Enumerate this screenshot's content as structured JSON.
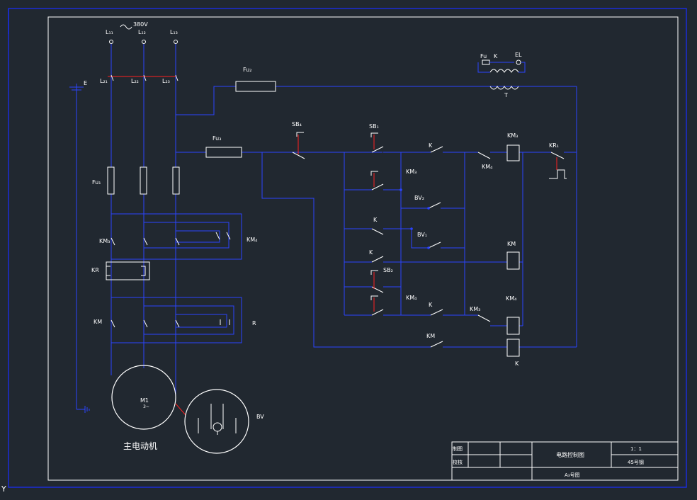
{
  "colors": {
    "background": "#212830",
    "wire": "#2a44ff",
    "border": "#ffffff",
    "accent": "#ff2020",
    "frame": "#1a2cd8"
  },
  "power": {
    "voltage": "380V",
    "l1": "L₁₁",
    "l2": "L₁₂",
    "l3": "L₁₃",
    "s1": "L₂₁",
    "s2": "L₂₂",
    "s3": "L₂₃"
  },
  "earth": "E",
  "fuses": {
    "main": "Fu₁",
    "fu2": "Fu₂",
    "fu3": "Fu₃",
    "fu4": "Fu"
  },
  "main_circuit": {
    "km3": "KM₃",
    "km4": "KM₄",
    "kr": "KR",
    "km": "KM",
    "r": "R",
    "motor": "M1",
    "motor_sub": "3~",
    "motor_caption": "主电动机",
    "bv": "BV"
  },
  "transformer": {
    "k": "K",
    "el": "EL",
    "t": "T"
  },
  "control": {
    "sb4": "SB₄",
    "sb1": "SB₁",
    "km3": "KM₃",
    "k_top": "K",
    "km3_coil": "KM₃",
    "kr1": "KR₁",
    "km4_nc": "KM₄",
    "bv2": "BV₂",
    "k1": "K",
    "bv1": "BV₁",
    "k2": "K",
    "km_coil": "KM",
    "sb2": "SB₂",
    "km4_no": "KM₄",
    "k3": "K",
    "km3_nc": "KM₃",
    "km4_coil": "KM₄",
    "km_bottom": "KM",
    "k_coil": "K"
  },
  "title_block": {
    "drawn": "制图",
    "checked": "校核",
    "title": "电路控制图",
    "scale": "1：1",
    "number": "45号钢",
    "sheet": "A₃号图"
  },
  "axis_label": "Y"
}
